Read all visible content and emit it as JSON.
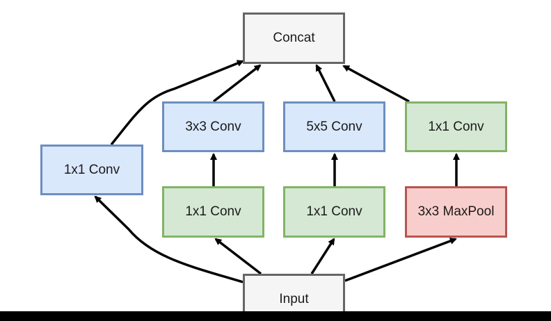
{
  "diagram": {
    "nodes": {
      "concat": "Concat",
      "conv3x3": "3x3 Conv",
      "conv5x5": "5x5 Conv",
      "conv1x1_pool_proj": "1x1 Conv",
      "conv1x1_left": "1x1 Conv",
      "conv1x1_reduce_3x3": "1x1 Conv",
      "conv1x1_reduce_5x5": "1x1 Conv",
      "maxpool3x3": "3x3 MaxPool",
      "input": "Input"
    },
    "colors": {
      "gray_fill": "#f5f5f5",
      "gray_border": "#666666",
      "blue_fill": "#dae8fc",
      "blue_border": "#6c8ebf",
      "green_fill": "#d5e8d4",
      "green_border": "#82b366",
      "red_fill": "#f8cecc",
      "red_border": "#b85450",
      "arrow": "#000000"
    }
  }
}
